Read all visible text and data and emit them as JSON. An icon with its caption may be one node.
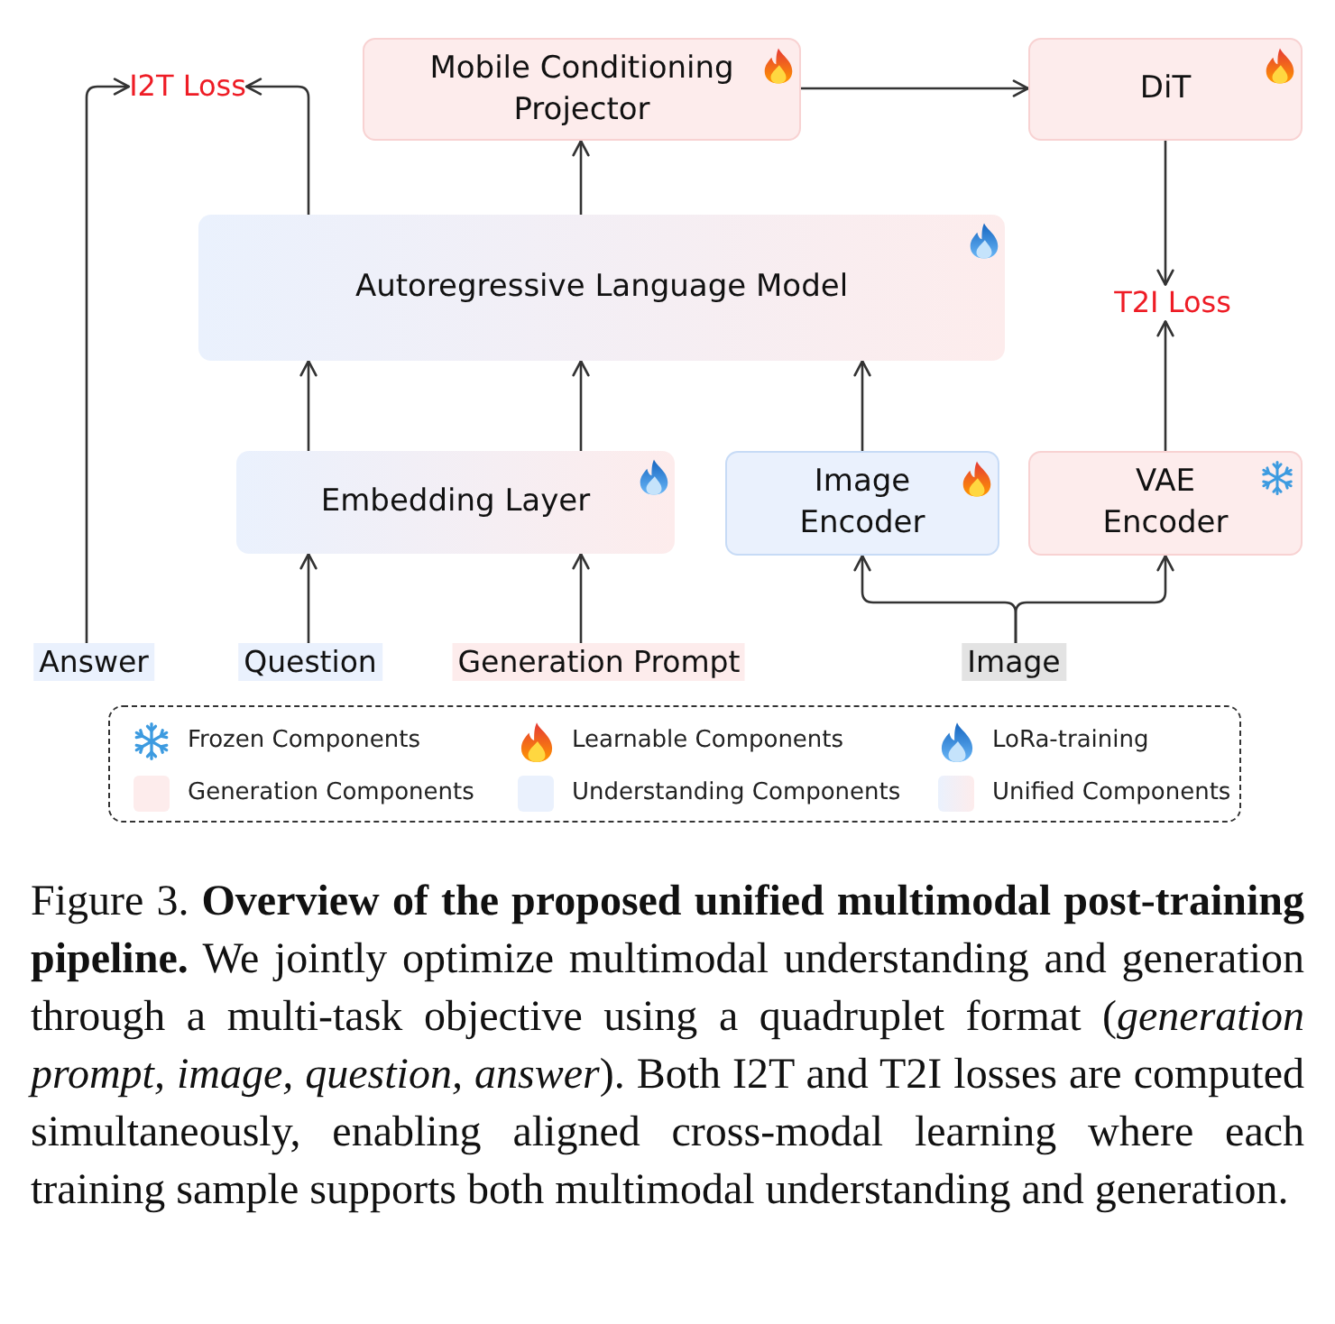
{
  "diagram": {
    "nodes": [
      {
        "text": [
          "I2T Loss"
        ]
      },
      {
        "text": [
          "Mobile Conditioning Projector"
        ]
      },
      {
        "text": [
          "DiT"
        ]
      },
      {
        "text": [
          "Autoregressive Language Model"
        ]
      },
      {
        "text": [
          "T2I Loss"
        ]
      },
      {
        "text": [
          "Embedding Layer"
        ]
      },
      {
        "text": [
          "Image Encoder"
        ]
      },
      {
        "text": [
          "VAE Encoder"
        ]
      },
      {
        "text": [
          "Answer"
        ]
      },
      {
        "text": [
          "Question"
        ]
      },
      {
        "text": [
          "Generation Prompt"
        ]
      },
      {
        "text": [
          "Image"
        ]
      }
    ],
    "edges": [
      {
        "from": 8,
        "to": 0,
        "arrow": "to"
      },
      {
        "from": 3,
        "to": 0,
        "arrow": "to"
      },
      {
        "from": 3,
        "to": 1,
        "arrow": "to"
      },
      {
        "from": 1,
        "to": 2,
        "arrow": "to"
      },
      {
        "from": 2,
        "to": 4,
        "arrow": "to"
      },
      {
        "from": 7,
        "to": 4,
        "arrow": "to"
      },
      {
        "from": 5,
        "to": 3,
        "arrow": "to"
      },
      {
        "from": 5,
        "to": 3,
        "arrow": "to"
      },
      {
        "from": 6,
        "to": 3,
        "arrow": "to"
      },
      {
        "from": 9,
        "to": 5,
        "arrow": "to"
      },
      {
        "from": 10,
        "to": 5,
        "arrow": "to"
      },
      {
        "from": 11,
        "to": 6,
        "arrow": "to"
      },
      {
        "from": 11,
        "to": 7,
        "arrow": "to"
      }
    ],
    "legend": [
      {
        "text": "Frozen Components"
      },
      {
        "text": "Learnable Components"
      },
      {
        "text": "LoRa-training"
      },
      {
        "text": "Generation Components",
        "color": "#fdecec"
      },
      {
        "text": "Understanding Components",
        "color": "#eaf1fd"
      },
      {
        "text": "Unified Components"
      }
    ],
    "caption": "Figure 3. **Overview of the proposed unified multimodal post-training pipeline.** We jointly optimize multimodal understanding and generation through a multi-task objective using a quadruplet format (*generation prompt, image, question, answer*). Both I2T and T2I losses are computed simultaneously, enabling aligned cross-modal learning where each training sample supports both multimodal understanding and generation."
  }
}
